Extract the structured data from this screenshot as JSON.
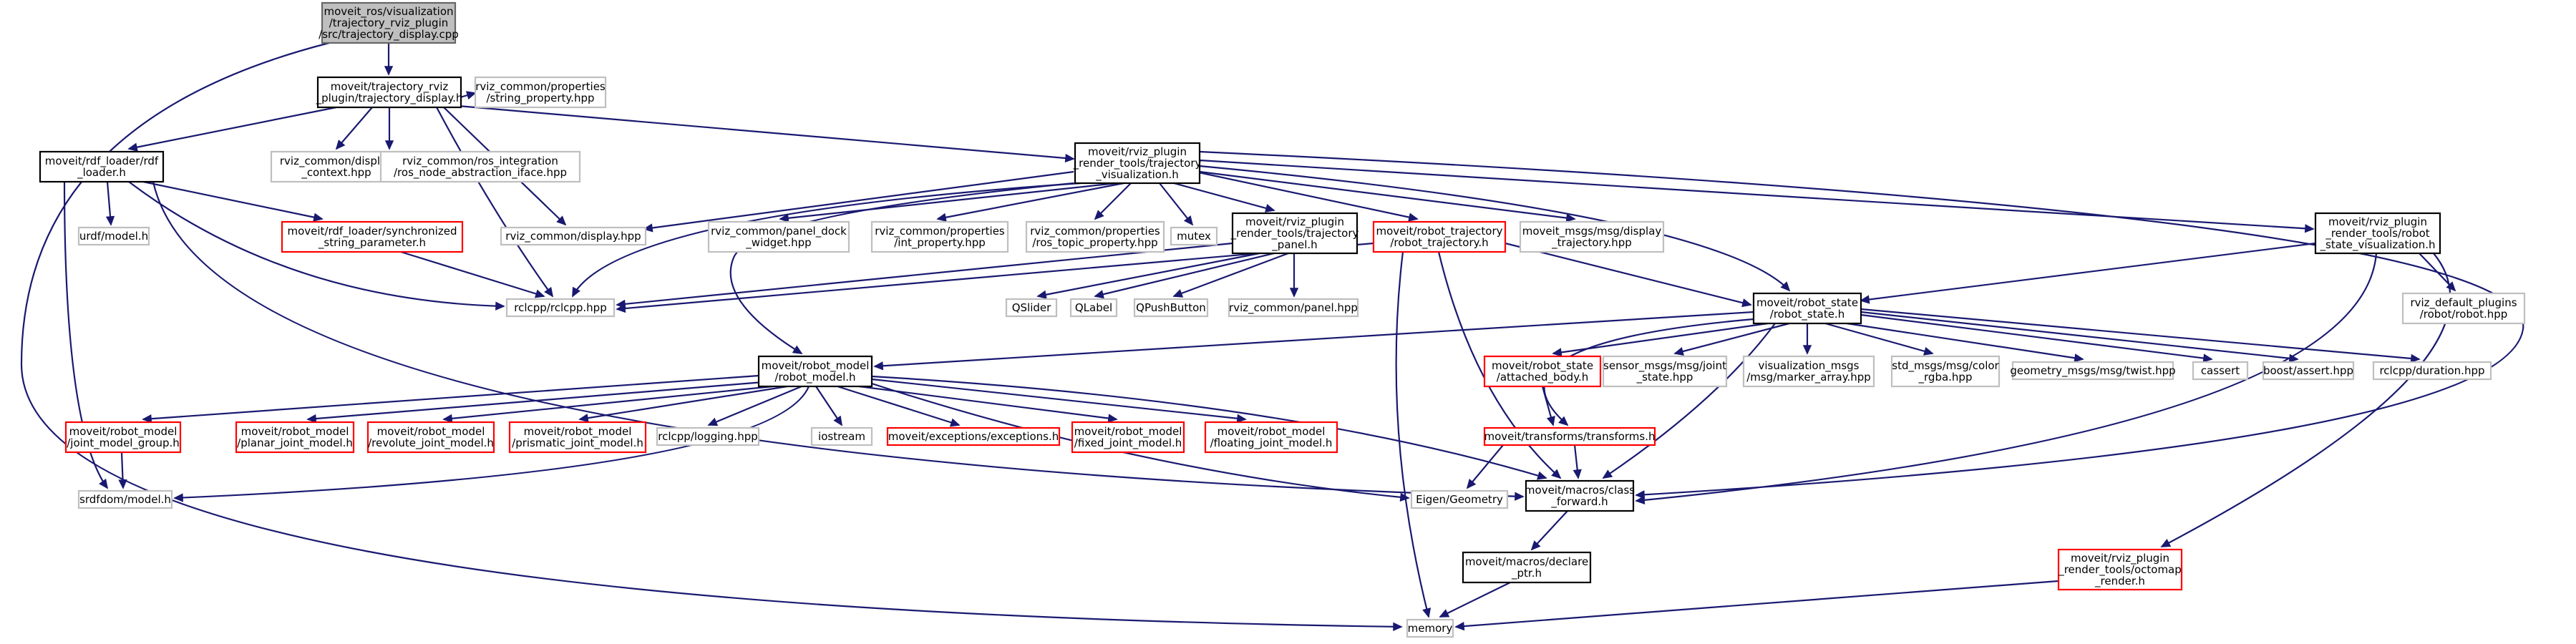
{
  "colors": {
    "edge": "#191970",
    "root_fill": "#bfbfbf",
    "border_normal": "#000000",
    "border_missing": "#bfbfbf",
    "border_truncated": "#ff0000"
  },
  "nodes": [
    {
      "id": "root",
      "lines": [
        "moveit_ros/visualization",
        "/trajectory_rviz_plugin",
        "/src/trajectory_display.cpp"
      ],
      "kind": "root"
    },
    {
      "id": "traj_display_h",
      "lines": [
        "moveit/trajectory_rviz",
        "_plugin/trajectory_display.h"
      ],
      "kind": "normal"
    },
    {
      "id": "string_property",
      "lines": [
        "rviz_common/properties",
        "/string_property.hpp"
      ],
      "kind": "missing"
    },
    {
      "id": "rdf_loader",
      "lines": [
        "moveit/rdf_loader/rdf",
        "_loader.h"
      ],
      "kind": "normal"
    },
    {
      "id": "display_context",
      "lines": [
        "rviz_common/display",
        "_context.hpp"
      ],
      "kind": "missing"
    },
    {
      "id": "ros_node_abstraction",
      "lines": [
        "rviz_common/ros_integration",
        "/ros_node_abstraction_iface.hpp"
      ],
      "kind": "missing"
    },
    {
      "id": "traj_visualization",
      "lines": [
        "moveit/rviz_plugin",
        "_render_tools/trajectory",
        "_visualization.h"
      ],
      "kind": "normal"
    },
    {
      "id": "urdf_model",
      "lines": [
        "urdf/model.h"
      ],
      "kind": "missing"
    },
    {
      "id": "synchronized_string",
      "lines": [
        "moveit/rdf_loader/synchronized",
        "_string_parameter.h"
      ],
      "kind": "truncated"
    },
    {
      "id": "display_hpp",
      "lines": [
        "rviz_common/display.hpp"
      ],
      "kind": "missing"
    },
    {
      "id": "panel_dock",
      "lines": [
        "rviz_common/panel_dock",
        "_widget.hpp"
      ],
      "kind": "missing"
    },
    {
      "id": "int_property",
      "lines": [
        "rviz_common/properties",
        "/int_property.hpp"
      ],
      "kind": "missing"
    },
    {
      "id": "ros_topic_property",
      "lines": [
        "rviz_common/properties",
        "/ros_topic_property.hpp"
      ],
      "kind": "missing"
    },
    {
      "id": "mutex",
      "lines": [
        "mutex"
      ],
      "kind": "missing"
    },
    {
      "id": "traj_panel",
      "lines": [
        "moveit/rviz_plugin",
        "_render_tools/trajectory",
        "_panel.h"
      ],
      "kind": "normal"
    },
    {
      "id": "robot_trajectory",
      "lines": [
        "moveit/robot_trajectory",
        "/robot_trajectory.h"
      ],
      "kind": "truncated"
    },
    {
      "id": "display_trajectory",
      "lines": [
        "moveit_msgs/msg/display",
        "_trajectory.hpp"
      ],
      "kind": "missing"
    },
    {
      "id": "robot_state_vis",
      "lines": [
        "moveit/rviz_plugin",
        "_render_tools/robot",
        "_state_visualization.h"
      ],
      "kind": "normal"
    },
    {
      "id": "rclcpp",
      "lines": [
        "rclcpp/rclcpp.hpp"
      ],
      "kind": "missing"
    },
    {
      "id": "qslider",
      "lines": [
        "QSlider"
      ],
      "kind": "missing"
    },
    {
      "id": "qlabel",
      "lines": [
        "QLabel"
      ],
      "kind": "missing"
    },
    {
      "id": "qpushbutton",
      "lines": [
        "QPushButton"
      ],
      "kind": "missing"
    },
    {
      "id": "panel_hpp",
      "lines": [
        "rviz_common/panel.hpp"
      ],
      "kind": "missing"
    },
    {
      "id": "robot_state_h",
      "lines": [
        "moveit/robot_state",
        "/robot_state.h"
      ],
      "kind": "normal"
    },
    {
      "id": "robot_hpp",
      "lines": [
        "rviz_default_plugins",
        "/robot/robot.hpp"
      ],
      "kind": "missing"
    },
    {
      "id": "robot_model_h",
      "lines": [
        "moveit/robot_model",
        "/robot_model.h"
      ],
      "kind": "normal"
    },
    {
      "id": "attached_body",
      "lines": [
        "moveit/robot_state",
        "/attached_body.h"
      ],
      "kind": "truncated"
    },
    {
      "id": "joint_state",
      "lines": [
        "sensor_msgs/msg/joint",
        "_state.hpp"
      ],
      "kind": "missing"
    },
    {
      "id": "marker_array",
      "lines": [
        "visualization_msgs",
        "/msg/marker_array.hpp"
      ],
      "kind": "missing"
    },
    {
      "id": "color_rgba",
      "lines": [
        "std_msgs/msg/color",
        "_rgba.hpp"
      ],
      "kind": "missing"
    },
    {
      "id": "twist",
      "lines": [
        "geometry_msgs/msg/twist.hpp"
      ],
      "kind": "missing"
    },
    {
      "id": "cassert",
      "lines": [
        "cassert"
      ],
      "kind": "missing"
    },
    {
      "id": "boost_assert",
      "lines": [
        "boost/assert.hpp"
      ],
      "kind": "missing"
    },
    {
      "id": "duration",
      "lines": [
        "rclcpp/duration.hpp"
      ],
      "kind": "missing"
    },
    {
      "id": "joint_model_group",
      "lines": [
        "moveit/robot_model",
        "/joint_model_group.h"
      ],
      "kind": "truncated"
    },
    {
      "id": "planar_joint",
      "lines": [
        "moveit/robot_model",
        "/planar_joint_model.h"
      ],
      "kind": "truncated"
    },
    {
      "id": "revolute_joint",
      "lines": [
        "moveit/robot_model",
        "/revolute_joint_model.h"
      ],
      "kind": "truncated"
    },
    {
      "id": "prismatic_joint",
      "lines": [
        "moveit/robot_model",
        "/prismatic_joint_model.h"
      ],
      "kind": "truncated"
    },
    {
      "id": "logging",
      "lines": [
        "rclcpp/logging.hpp"
      ],
      "kind": "missing"
    },
    {
      "id": "iostream",
      "lines": [
        "iostream"
      ],
      "kind": "missing"
    },
    {
      "id": "exceptions",
      "lines": [
        "moveit/exceptions/exceptions.h"
      ],
      "kind": "truncated"
    },
    {
      "id": "fixed_joint",
      "lines": [
        "moveit/robot_model",
        "/fixed_joint_model.h"
      ],
      "kind": "truncated"
    },
    {
      "id": "floating_joint",
      "lines": [
        "moveit/robot_model",
        "/floating_joint_model.h"
      ],
      "kind": "truncated"
    },
    {
      "id": "transforms",
      "lines": [
        "moveit/transforms/transforms.h"
      ],
      "kind": "truncated"
    },
    {
      "id": "srdfdom",
      "lines": [
        "srdfdom/model.h"
      ],
      "kind": "missing"
    },
    {
      "id": "eigen",
      "lines": [
        "Eigen/Geometry"
      ],
      "kind": "missing"
    },
    {
      "id": "class_forward",
      "lines": [
        "moveit/macros/class",
        "_forward.h"
      ],
      "kind": "normal"
    },
    {
      "id": "declare_ptr",
      "lines": [
        "moveit/macros/declare",
        "_ptr.h"
      ],
      "kind": "normal"
    },
    {
      "id": "octomap_render",
      "lines": [
        "moveit/rviz_plugin",
        "_render_tools/octomap",
        "_render.h"
      ],
      "kind": "truncated"
    },
    {
      "id": "memory",
      "lines": [
        "memory"
      ],
      "kind": "missing"
    }
  ]
}
